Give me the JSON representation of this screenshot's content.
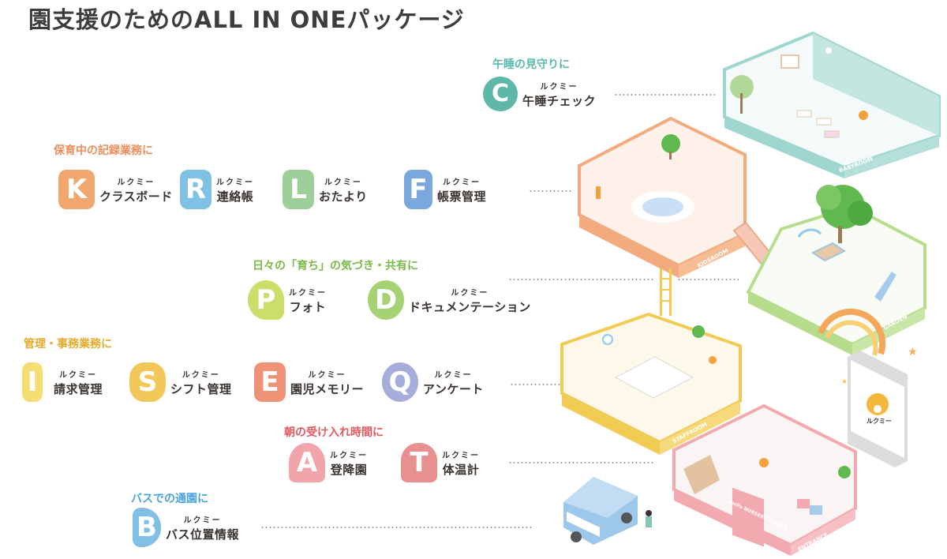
{
  "page": {
    "title": "園支援のためのALL IN ONEパッケージ"
  },
  "sections": [
    {
      "heading": "午睡の見守りに",
      "color": "#5bb8ad",
      "products": [
        {
          "letter": "C",
          "brand": "ルクミー",
          "name": "午睡チェック",
          "color": "#5fb7aa"
        }
      ]
    },
    {
      "heading": "保育中の記録業務に",
      "color": "#ec8f5a",
      "products": [
        {
          "letter": "K",
          "brand": "ルクミー",
          "name": "クラスボード",
          "color": "#f1a66d"
        },
        {
          "letter": "R",
          "brand": "ルクミー",
          "name": "連絡帳",
          "color": "#7fc2e6"
        },
        {
          "letter": "L",
          "brand": "ルクミー",
          "name": "おたより",
          "color": "#9ccf9a"
        },
        {
          "letter": "F",
          "brand": "ルクミー",
          "name": "帳票管理",
          "color": "#7aa7dc"
        }
      ]
    },
    {
      "heading": "日々の「育ち」の気づき・共有に",
      "color": "#7ab848",
      "products": [
        {
          "letter": "P",
          "brand": "ルクミー",
          "name": "フォト",
          "color": "#c9df6a"
        },
        {
          "letter": "D",
          "brand": "ルクミー",
          "name": "ドキュメンテーション",
          "color": "#a6d273"
        }
      ]
    },
    {
      "heading": "管理・事務業務に",
      "color": "#e3ac2c",
      "products": [
        {
          "letter": "I",
          "brand": "ルクミー",
          "name": "請求管理",
          "color": "#f4dd72"
        },
        {
          "letter": "S",
          "brand": "ルクミー",
          "name": "シフト管理",
          "color": "#f2c85a"
        },
        {
          "letter": "E",
          "brand": "ルクミー",
          "name": "園児メモリー",
          "color": "#ee9278"
        },
        {
          "letter": "Q",
          "brand": "ルクミー",
          "name": "アンケート",
          "color": "#a6addb"
        }
      ]
    },
    {
      "heading": "朝の受け入れ時間に",
      "color": "#e4585e",
      "products": [
        {
          "letter": "A",
          "brand": "ルクミー",
          "name": "登降園",
          "color": "#f1a5ab"
        },
        {
          "letter": "T",
          "brand": "ルクミー",
          "name": "体温計",
          "color": "#e8908f"
        }
      ]
    },
    {
      "heading": "バスでの通園に",
      "color": "#4aa3db",
      "products": [
        {
          "letter": "B",
          "brand": "ルクミー",
          "name": "バス位置情報",
          "color": "#82bfe5"
        }
      ]
    }
  ],
  "illustration": {
    "rooms": [
      {
        "label": "BABYROOM",
        "color": "#9fd6cf"
      },
      {
        "label": "KIDSROOM",
        "color": "#f2ab7e"
      },
      {
        "label": "GARDEN",
        "color": "#b6dc8d"
      },
      {
        "label": "STAFFROOM",
        "color": "#f0cc55"
      },
      {
        "label": "ENTRANCE",
        "color": "#f2aab0"
      }
    ],
    "school_sign": "UniFa NURSERY SCHOOL",
    "tablet_brand": "ルクミー"
  }
}
